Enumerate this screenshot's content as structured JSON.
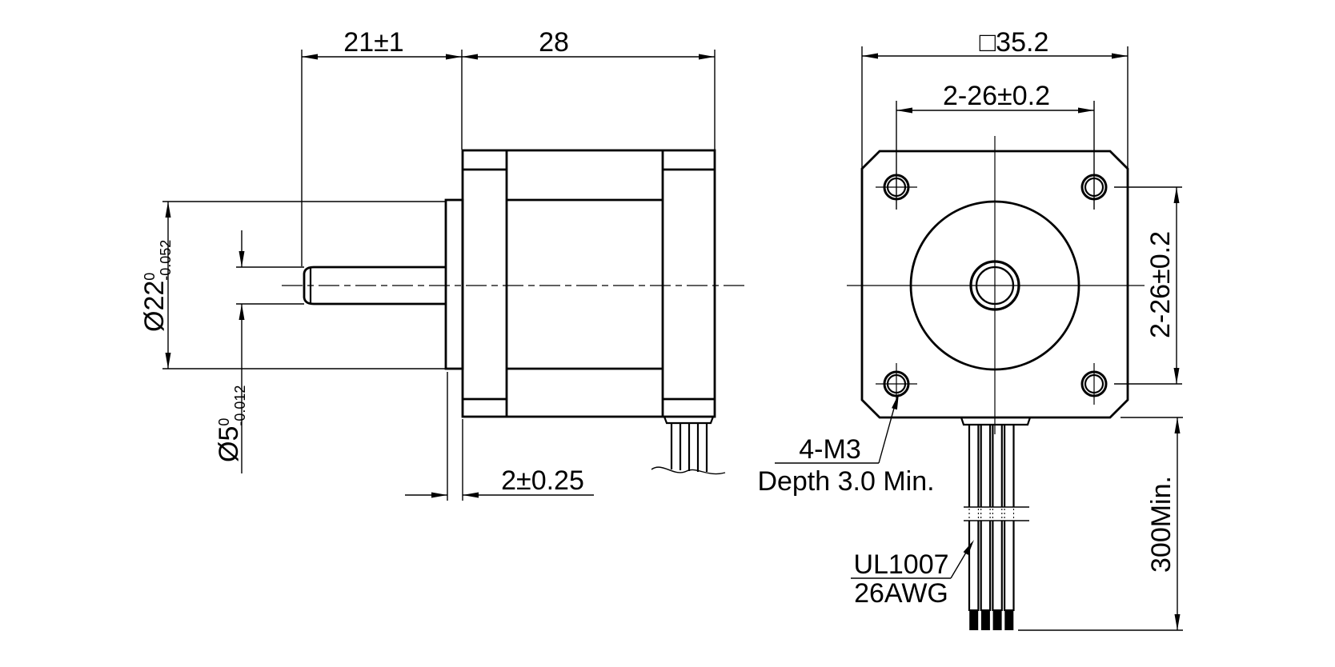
{
  "drawing": {
    "colors": {
      "line": "#000000",
      "background": "#ffffff"
    },
    "side_view": {
      "dim_shaft_length": "21±1",
      "dim_body_length": "28",
      "boss_dia": {
        "main": "Ø22",
        "tol_upper": "0",
        "tol_lower": "-0.052"
      },
      "shaft_dia": {
        "main": "Ø5",
        "tol_upper": "0",
        "tol_lower": "-0.012"
      },
      "dim_pilot_depth": "2±0.25"
    },
    "front_view": {
      "dim_face_size": "□35.2",
      "dim_hole_spacing_h": "2-26±0.2",
      "dim_hole_spacing_v": "2-26±0.2",
      "dim_lead_length": "300Min.",
      "mounting_hole_note_line1": "4-M3",
      "mounting_hole_note_line2": "Depth 3.0 Min.",
      "wire_note_line1": "UL1007",
      "wire_note_line2": "26AWG"
    }
  }
}
